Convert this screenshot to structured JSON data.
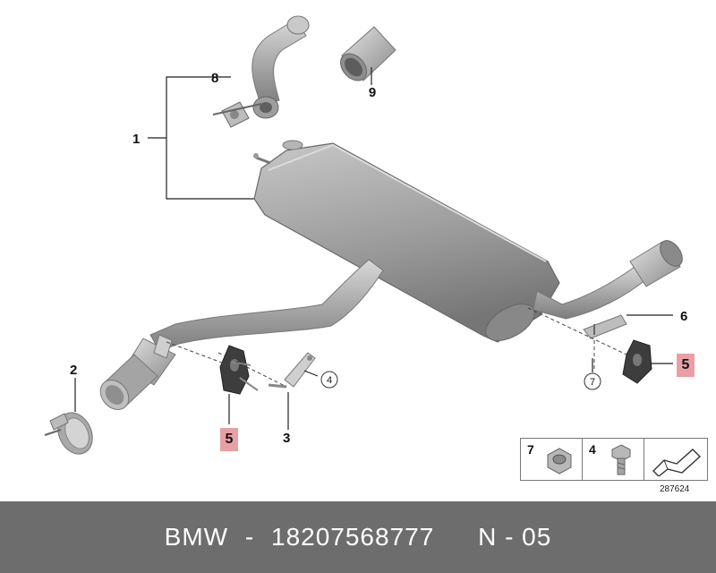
{
  "callouts": {
    "c1": "1",
    "c2": "2",
    "c3": "3",
    "c4": "4",
    "c5a": "5",
    "c5b": "5",
    "c6": "6",
    "c7": "7",
    "c8": "8",
    "c9": "9"
  },
  "highlight_color": "#e8a0a4",
  "legend": {
    "item_a": "7",
    "item_b": "4"
  },
  "drawing_number": "287624",
  "footer": {
    "brand": "BMW",
    "separator": "-",
    "part_number": "18207568777",
    "position": "N - 05"
  }
}
